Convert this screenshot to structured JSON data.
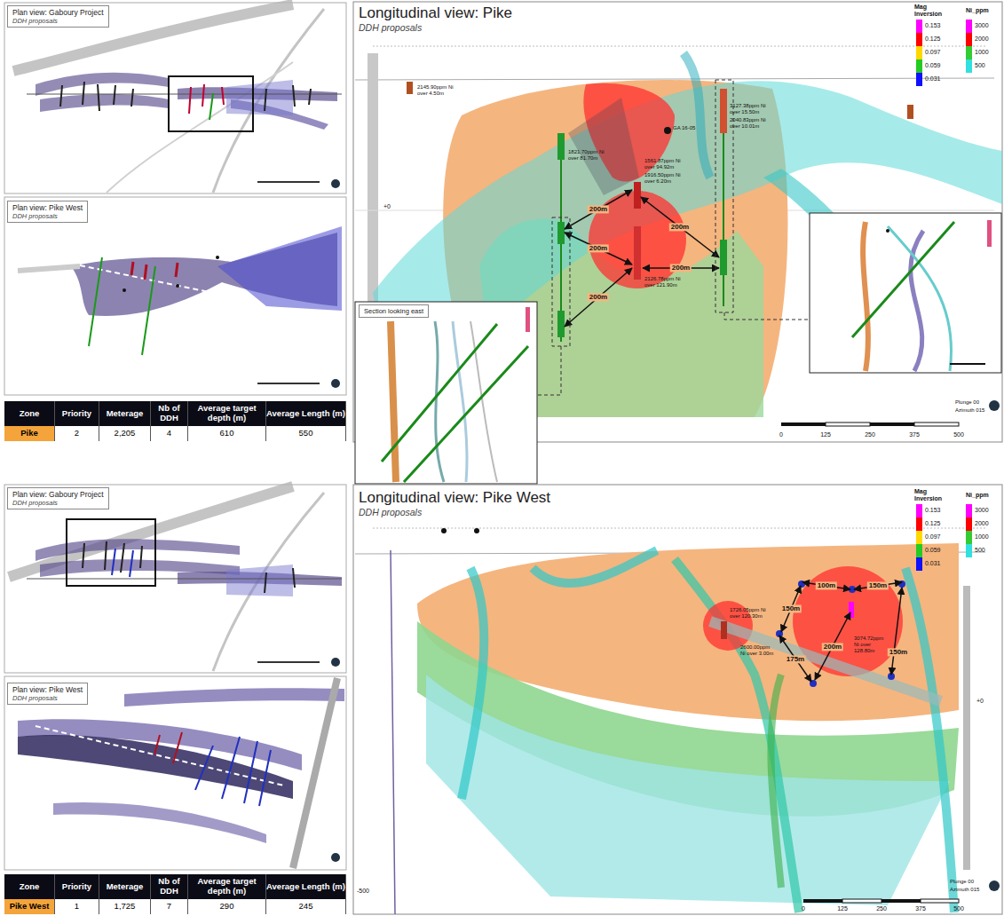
{
  "diagram": {
    "nodes": [
      {
        "text": [
          "Plan view: Gaboury Project",
          "DDH proposals"
        ]
      },
      {
        "text": [
          "Plan view: Pike West",
          "DDH proposals"
        ]
      },
      {
        "text": [
          "Longitudinal view: Pike",
          "DDH proposals"
        ]
      },
      {
        "text": [
          "Section looking east"
        ]
      },
      {
        "text": [
          "Plan view: Gaboury Project",
          "DDH proposals"
        ]
      },
      {
        "text": [
          "Plan view: Pike West",
          "DDH proposals"
        ]
      },
      {
        "text": [
          "Longitudinal view: Pike West",
          "DDH proposals"
        ]
      }
    ],
    "labels": [
      "Zone",
      "Priority",
      "Meterage",
      "Nb of DDH",
      "Average target depth (m)",
      "Average Length (m)",
      "Pike",
      "2",
      "2,205",
      "4",
      "610",
      "550",
      "2145.90ppm Ni over 4.50m",
      "GA 16-05",
      "3127.38ppm Ni over 15.50m",
      "2040.83ppm Ni over 10.01m",
      "1821.70ppm Ni over 81.70m",
      "1561.87ppm Ni over 94.92m",
      "1916.50ppm Ni over 6.20m",
      "2126.78ppm Ni over 121.90m",
      "200m",
      "200m",
      "200m",
      "200m",
      "200m",
      "+0",
      "Mag Inversion",
      "Ni_ppm",
      "0",
      "125",
      "250",
      "375",
      "500",
      "Plunge 00",
      "Azimuth 015",
      "Zone",
      "Priority",
      "Meterage",
      "Nb of DDH",
      "Average target depth (m)",
      "Average Length (m)",
      "Pike West",
      "1",
      "1,725",
      "7",
      "290",
      "245",
      "1726.05ppm Ni over 120.30m",
      "2600.00ppm Ni over 3.00m",
      "3074.72ppm Ni over 128.80m",
      "150m",
      "100m",
      "150m",
      "175m",
      "200m",
      "150m",
      "+0",
      "-500",
      "Mag Inversion",
      "Ni_ppm",
      "0",
      "125",
      "250",
      "375",
      "500",
      "Plunge 00",
      "Azimuth 015"
    ],
    "legend": [
      {
        "text": "0.153",
        "color": "#ff00ff"
      },
      {
        "text": "0.125",
        "color": "#ff0000"
      },
      {
        "text": "0.097",
        "color": "#ffd800"
      },
      {
        "text": "0.059",
        "color": "#22cc22"
      },
      {
        "text": "0.031",
        "color": "#1010ff"
      },
      {
        "text": "3000",
        "color": "#ff00ff"
      },
      {
        "text": "2000",
        "color": "#ff0000"
      },
      {
        "text": "1000",
        "color": "#33cc33"
      },
      {
        "text": "500",
        "color": "#33e0e0"
      },
      {
        "text": "0.153",
        "color": "#ff00ff"
      },
      {
        "text": "0.125",
        "color": "#ff0000"
      },
      {
        "text": "0.097",
        "color": "#ffd800"
      },
      {
        "text": "0.059",
        "color": "#22cc22"
      },
      {
        "text": "0.031",
        "color": "#1010ff"
      },
      {
        "text": "3000",
        "color": "#ff00ff"
      },
      {
        "text": "2000",
        "color": "#ff0000"
      },
      {
        "text": "1000",
        "color": "#33cc33"
      },
      {
        "text": "500",
        "color": "#33e0e0"
      }
    ]
  }
}
